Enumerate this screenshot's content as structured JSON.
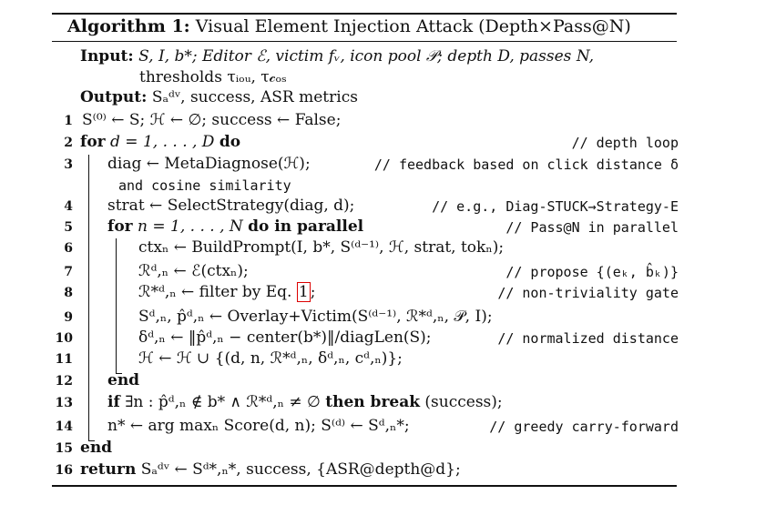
{
  "algorithm": {
    "label": "Algorithm 1:",
    "title": "Visual Element Injection Attack (Depth×Pass@N)"
  },
  "input": {
    "kw": "Input:",
    "line1": "S, I, b*; Editor ℰ, victim fᵥ, icon pool 𝒫; depth D, passes N,",
    "line2": "thresholds τᵢₒᵤ, τ𝒸ₒₛ"
  },
  "output": {
    "kw": "Output:",
    "text": "Sₐᵈᵛ, success, ASR metrics"
  },
  "lines": [
    {
      "num": "1",
      "text": "S⁽⁰⁾ ← S; ℋ ← ∅; success ← False;"
    },
    {
      "num": "2",
      "kw": "for",
      "text": "d = 1, . . . , D",
      "kw2": "do",
      "comment": "// depth loop"
    },
    {
      "num": "3",
      "text": "diag ← MetaDiagnose(ℋ);",
      "comment": "// feedback based on click distance δ",
      "cont": "and cosine similarity"
    },
    {
      "num": "4",
      "text": "strat ← SelectStrategy(diag, d);",
      "comment": "// e.g., Diag-STUCK→Strategy-E"
    },
    {
      "num": "5",
      "kw": "for",
      "text": "n = 1, . . . , N",
      "kw2": "do in parallel",
      "comment": "// Pass@N in parallel"
    },
    {
      "num": "6",
      "text": "ctxₙ ← BuildPrompt(I, b*, S⁽ᵈ⁻¹⁾, ℋ, strat, tokₙ);"
    },
    {
      "num": "7",
      "text": "ℛᵈ,ₙ ← ℰ(ctxₙ);",
      "comment": "// propose {(eₖ, b̂ₖ)}"
    },
    {
      "num": "8",
      "text": "ℛ*ᵈ,ₙ ← filter by Eq. ",
      "cite": "1",
      "tail": ";",
      "comment": "// non-triviality gate"
    },
    {
      "num": "9",
      "text": "Sᵈ,ₙ, p̂ᵈ,ₙ ← Overlay+Victim(S⁽ᵈ⁻¹⁾, ℛ*ᵈ,ₙ, 𝒫, I);"
    },
    {
      "num": "10",
      "text": "δᵈ,ₙ ← ‖p̂ᵈ,ₙ − center(b*)‖/diagLen(S);",
      "comment": "// normalized distance"
    },
    {
      "num": "11",
      "text": "ℋ ← ℋ ∪ {(d, n, ℛ*ᵈ,ₙ, δᵈ,ₙ, cᵈ,ₙ)};"
    },
    {
      "num": "12",
      "kw": "end"
    },
    {
      "num": "13",
      "kw": "if",
      "text": "∃n : p̂ᵈ,ₙ ∉ b* ∧ ℛ*ᵈ,ₙ ≠ ∅",
      "kw2": "then break",
      "tail": "(success);"
    },
    {
      "num": "14",
      "text": "n* ← arg maxₙ Score(d, n); S⁽ᵈ⁾ ← Sᵈ,ₙ*;",
      "comment": "// greedy carry-forward"
    },
    {
      "num": "15",
      "kw": "end"
    },
    {
      "num": "16",
      "kw": "return",
      "text": "Sₐᵈᵛ ← Sᵈ*,ₙ*, success, {ASR@depth@d};"
    }
  ]
}
